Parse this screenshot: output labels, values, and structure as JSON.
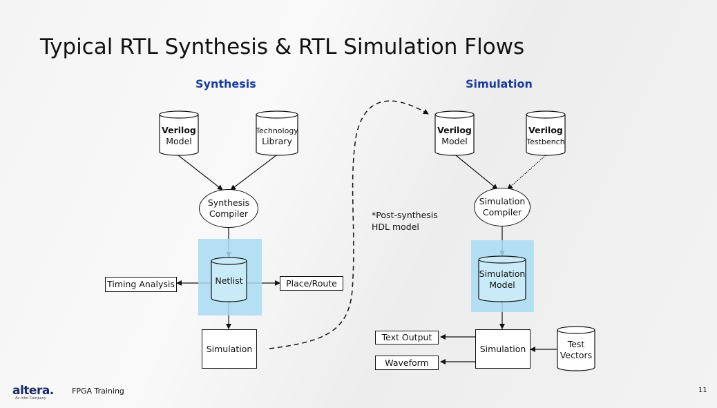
{
  "title": "Typical RTL Synthesis & RTL Simulation Flows",
  "synthesis": {
    "heading": "Synthesis",
    "verilog_model": {
      "line1": "Verilog",
      "line2": "Model"
    },
    "technology_library": {
      "line1": "Technology",
      "line2": "Library"
    },
    "compiler": {
      "line1": "Synthesis",
      "line2": "Compiler"
    },
    "netlist": "Netlist",
    "timing_analysis": "Timing Analysis",
    "place_route": "Place/Route",
    "simulation": "Simulation"
  },
  "note": {
    "line1": "*Post-synthesis",
    "line2": "HDL model"
  },
  "simulation": {
    "heading": "Simulation",
    "verilog_model": {
      "line1": "Verilog",
      "line2": "Model"
    },
    "verilog_testbench": {
      "line1": "Verilog",
      "line2": "Testbench"
    },
    "compiler": {
      "line1": "Simulation",
      "line2": "Compiler"
    },
    "sim_model": {
      "line1": "Simulation",
      "line2": "Model"
    },
    "text_output": "Text Output",
    "waveform": "Waveform",
    "simulation": "Simulation",
    "test_vectors": {
      "line1": "Test",
      "line2": "Vectors"
    }
  },
  "footer": {
    "brand": "altera.",
    "brand_sub": "An Intel Company",
    "label": "FPGA Training",
    "page": "11"
  },
  "colors": {
    "heading": "#1a3d9c",
    "highlight": "#a9dbf2",
    "stroke": "#111111"
  }
}
